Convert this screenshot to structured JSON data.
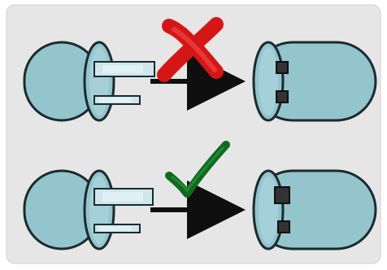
{
  "diagram": {
    "rows": [
      {
        "status": "incorrect",
        "status_icon": "red-x-icon",
        "plug": "plug-left-wrong",
        "outlet": "outlet-right-wrong"
      },
      {
        "status": "correct",
        "status_icon": "green-check-icon",
        "plug": "plug-left-correct",
        "outlet": "outlet-right-correct"
      }
    ],
    "colors": {
      "background": "#e6e6e6",
      "plug_body": "#94c4cc",
      "plug_stroke": "#1b2b2f",
      "prong_fill": "#cfe6ea",
      "arrow": "#0f0f0f",
      "slot_fill": "#333333",
      "x_red": "#d51616",
      "check_green": "#0f6a1f"
    }
  }
}
